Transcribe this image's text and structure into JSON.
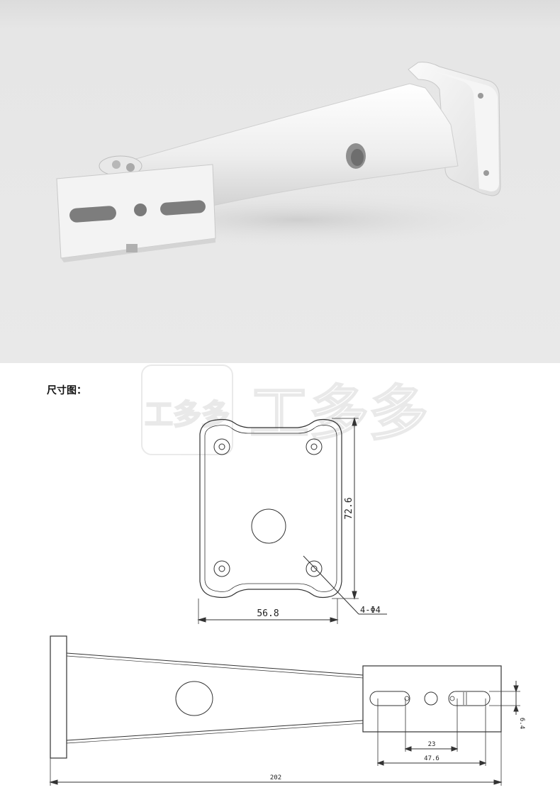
{
  "section": {
    "title": "尺寸图："
  },
  "watermark": {
    "logo_text": "工多多",
    "text": "工多多"
  },
  "top_view": {
    "width_label": "56.8",
    "height_label": "72.6",
    "hole_label": "4-Φ4"
  },
  "side_view": {
    "slot_spacing_label": "23",
    "slot_span_label": "47.6",
    "slot_height_label": "6.4",
    "total_length_label": "202"
  },
  "colors": {
    "photo_bg": "#e4e4e4",
    "bracket": "#f1f1f1",
    "line": "#333333"
  }
}
